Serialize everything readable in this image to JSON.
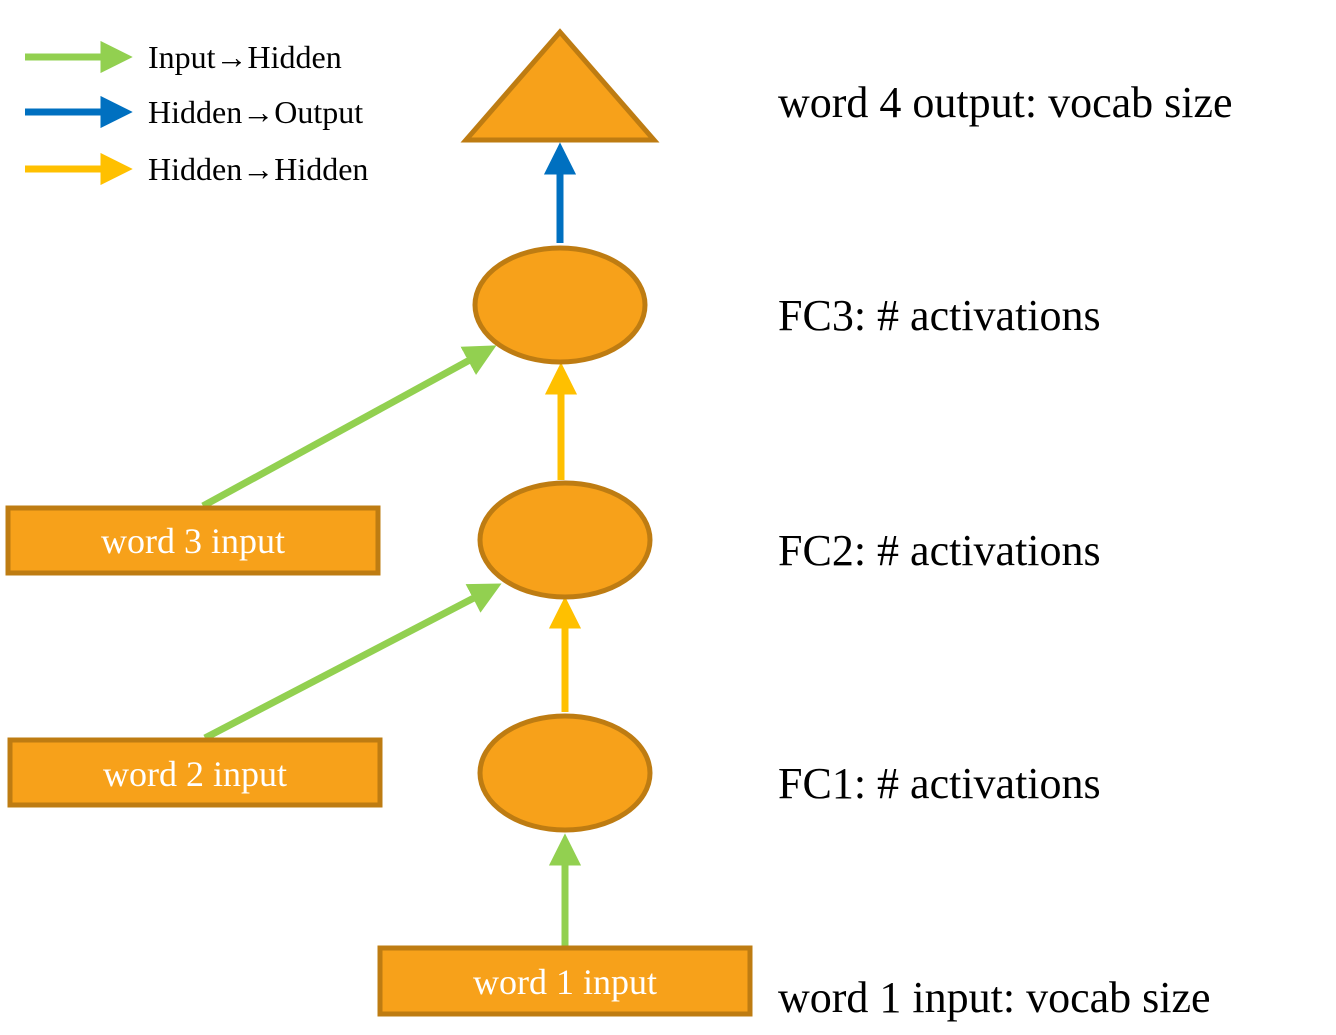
{
  "colors": {
    "node_fill": "#F7A11A",
    "node_stroke": "#BE7C12",
    "input_hidden_arrow": "#92D050",
    "hidden_output_arrow": "#0070C0",
    "hidden_hidden_arrow": "#FFC000",
    "box_text": "#FFFFFF",
    "label_text": "#000000",
    "background": "#FFFFFF"
  },
  "legend": {
    "items": [
      {
        "name": "input-hidden",
        "label": "Input→Hidden",
        "color": "#92D050"
      },
      {
        "name": "hidden-output",
        "label": "Hidden→Output",
        "color": "#0070C0"
      },
      {
        "name": "hidden-hidden",
        "label": "Hidden→Hidden",
        "color": "#FFC000"
      }
    ]
  },
  "diagram": {
    "output_node": {
      "shape": "triangle",
      "label": "word 4 output: vocab size"
    },
    "hidden_nodes": [
      {
        "id": "FC3",
        "shape": "ellipse",
        "label": "FC3: # activations"
      },
      {
        "id": "FC2",
        "shape": "ellipse",
        "label": "FC2: # activations"
      },
      {
        "id": "FC1",
        "shape": "ellipse",
        "label": "FC1: # activations"
      }
    ],
    "input_boxes": [
      {
        "id": "word3",
        "label": "word 3 input"
      },
      {
        "id": "word2",
        "label": "word 2 input"
      },
      {
        "id": "word1",
        "label": "word 1 input"
      }
    ],
    "bottom_label": "word 1 input: vocab size",
    "edges": [
      {
        "from": "word 1 input",
        "to": "FC1",
        "type": "input-hidden"
      },
      {
        "from": "word 2 input",
        "to": "FC2",
        "type": "input-hidden"
      },
      {
        "from": "word 3 input",
        "to": "FC3",
        "type": "input-hidden"
      },
      {
        "from": "FC1",
        "to": "FC2",
        "type": "hidden-hidden"
      },
      {
        "from": "FC2",
        "to": "FC3",
        "type": "hidden-hidden"
      },
      {
        "from": "FC3",
        "to": "word 4 output",
        "type": "hidden-output"
      }
    ]
  }
}
